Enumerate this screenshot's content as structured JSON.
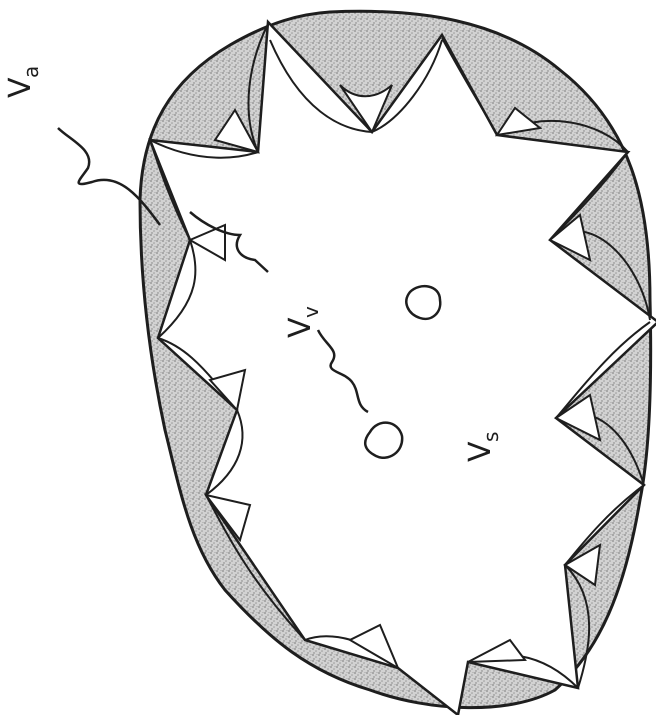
{
  "labels": {
    "va": {
      "main": "V",
      "sub": "a"
    },
    "vv": {
      "main": "V",
      "sub": "v"
    },
    "vs": {
      "main": "V",
      "sub": "s"
    }
  },
  "colors": {
    "ink": "#1e1e1e",
    "stipple": "#b9b9b9",
    "background": "#ffffff"
  }
}
